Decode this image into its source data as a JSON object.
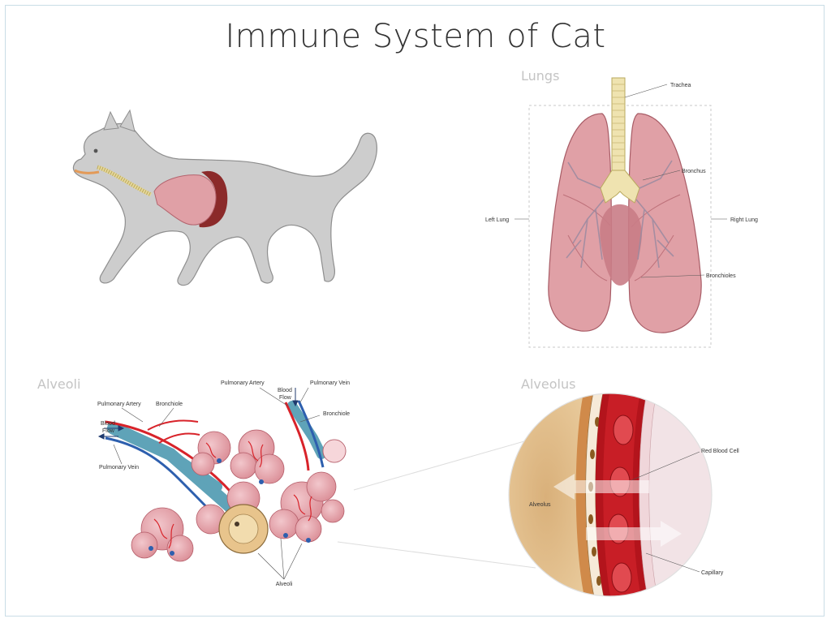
{
  "title": "Immune System of Cat",
  "panels": {
    "lungs": {
      "heading": "Lungs",
      "labels": {
        "trachea": "Trachea",
        "bronchus": "Bronchus",
        "left_lung": "Left Lung",
        "right_lung": "Right Lung",
        "bronchioles": "Bronchioles"
      }
    },
    "alveoli": {
      "heading": "Alveoli",
      "labels": {
        "pulmonary_artery_left": "Pulmonary Artery",
        "bronchiole_left": "Bronchiole",
        "blood_flow_left_1": "Blood",
        "blood_flow_left_2": "Flow",
        "pulmonary_vein_left": "Pulmonary Vein",
        "pulmonary_artery_top": "Pulmonary Artery",
        "blood_flow_top_1": "Blood",
        "blood_flow_top_2": "Flow",
        "pulmonary_vein_top": "Pulmonary Vein",
        "bronchiole_right": "Bronchiole",
        "alveoli": "Alveoli"
      }
    },
    "alveolus": {
      "heading": "Alveolus",
      "labels": {
        "red_blood_cell": "Red Blood Cell",
        "alveolus": "Alveolus",
        "capillary": "Capillary"
      }
    }
  },
  "colors": {
    "cat_body": "#cdcdcd",
    "cat_outline": "#8e8e8e",
    "lung": "#e0a0a6",
    "lung_dark": "#b4646e",
    "trachea": "#efe3b0",
    "artery": "#d8232a",
    "vein": "#2d5fae",
    "bronchiole": "#5fa3b8",
    "alveolus_fill": "#e8c48c",
    "heading_gray": "#c4c4c4"
  }
}
